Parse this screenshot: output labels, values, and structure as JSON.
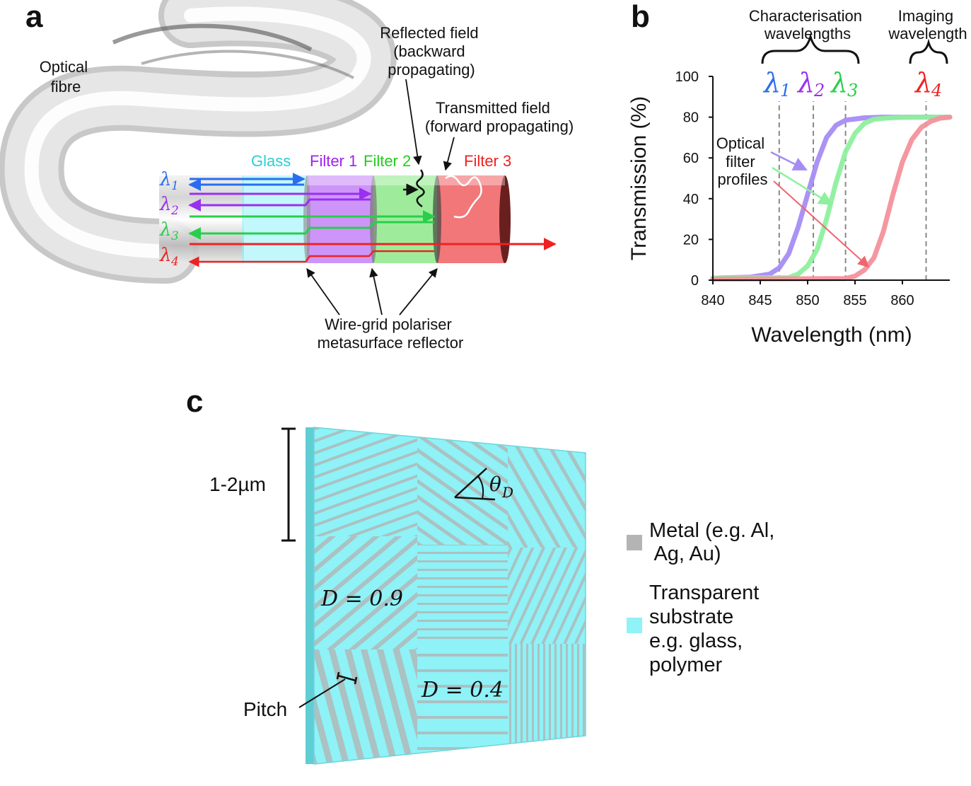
{
  "panels": {
    "a": {
      "letter": "a",
      "fibre_label": [
        "Optical",
        "fibre"
      ],
      "segments": [
        "Glass",
        "Filter 1",
        "Filter 2",
        "Filter 3"
      ],
      "reflected_label": [
        "Reflected field",
        "(backward",
        "propagating)"
      ],
      "transmitted_label": [
        "Transmitted field",
        "(forward propagating)"
      ],
      "polariser_label": [
        "Wire-grid polariser",
        "metasurface reflector"
      ],
      "lambda_labels": [
        "λ",
        "λ",
        "λ",
        "λ"
      ],
      "lambda_subs": [
        "1",
        "2",
        "3",
        "4"
      ]
    },
    "b": {
      "letter": "b",
      "group_char_label": [
        "Characterisation",
        "wavelengths"
      ],
      "group_img_label": [
        "Imaging",
        "wavelength"
      ],
      "lambda_labels": [
        "λ",
        "λ",
        "λ",
        "λ"
      ],
      "lambda_subs": [
        "1",
        "2",
        "3",
        "4"
      ],
      "profiles_label": [
        "Optical",
        "filter",
        "profiles"
      ]
    },
    "c": {
      "letter": "c",
      "scale_label": "1-2µm",
      "theta_label": "θ",
      "theta_sub": "D",
      "d09_label": "D = 0.9",
      "d04_label": "D = 0.4",
      "pitch_label": "Pitch",
      "legend": [
        {
          "lines": [
            "Metal (e.g. Al,",
            " Ag, Au)"
          ],
          "color": "#b4b4b4"
        },
        {
          "lines": [
            "Transparent",
            "substrate",
            "e.g. glass,",
            "polymer"
          ],
          "color": "#8ff3f8"
        }
      ]
    }
  },
  "colors": {
    "lambda1": "#2a6df0",
    "lambda2": "#9a2ff0",
    "lambda3": "#27cf4a",
    "lambda4": "#ee2222",
    "glass": "#2bd0d0",
    "filter1": "#a020f0",
    "filter2": "#22cc22",
    "filter3": "#ee2222"
  },
  "chart_data": {
    "type": "line",
    "title": "",
    "xlabel": "Wavelength (nm)",
    "ylabel": "Transmission (%)",
    "xlim": [
      840,
      865
    ],
    "ylim": [
      0,
      100
    ],
    "xticks": [
      840,
      845,
      850,
      855,
      860
    ],
    "yticks": [
      0,
      20,
      40,
      60,
      80,
      100
    ],
    "series": [
      {
        "color": "#a58cf5",
        "x": [
          840,
          844,
          846,
          847,
          848,
          849,
          850,
          851,
          852,
          853,
          854,
          856,
          858,
          860,
          865
        ],
        "y": [
          1,
          1.5,
          3,
          6,
          13,
          26,
          42,
          58,
          70,
          76,
          78.5,
          79.7,
          80,
          80,
          80
        ]
      },
      {
        "color": "#8ef09e",
        "x": [
          840,
          848,
          849,
          850,
          851,
          852,
          853,
          854,
          855,
          856,
          857,
          859,
          861,
          865
        ],
        "y": [
          1,
          1.2,
          3,
          7,
          15,
          30,
          48,
          63,
          72,
          77,
          79,
          79.8,
          80,
          80
        ]
      },
      {
        "color": "#f4919c",
        "x": [
          840,
          854,
          855,
          856,
          857,
          858,
          859,
          860,
          861,
          862,
          863,
          864,
          865
        ],
        "y": [
          0.5,
          0.8,
          2,
          5,
          11,
          24,
          42,
          58,
          69,
          75,
          78,
          79.5,
          80
        ]
      }
    ],
    "vlines": [
      847,
      850.6,
      854,
      862.5
    ],
    "grid": false
  }
}
